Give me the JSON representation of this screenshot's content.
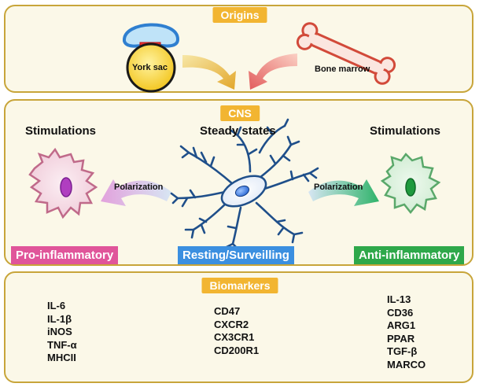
{
  "origins": {
    "title": "Origins",
    "york_sac": "York sac",
    "bone_marrow": "Bone marrow"
  },
  "cns": {
    "title": "CNS",
    "left_stimulations": "Stimulations",
    "center_title": "Steady states",
    "right_stimulations": "Stimulations",
    "left_arrow": "Polarization",
    "right_arrow": "Polarization",
    "pro_label": "Pro-inflammatory",
    "resting_label": "Resting/Surveilling",
    "anti_label": "Anti-inflammatory"
  },
  "biomarkers": {
    "title": "Biomarkers",
    "pro": [
      "IL-6",
      "IL-1β",
      "iNOS",
      "TNF-α",
      "MHCII"
    ],
    "resting": [
      "CD47",
      "CXCR2",
      "CX3CR1",
      "CD200R1"
    ],
    "anti": [
      "IL-13",
      "CD36",
      "ARG1",
      "PPAR",
      "TGF-β",
      "MARCO"
    ]
  },
  "colors": {
    "panel_border": "#c8a53a",
    "panel_fill": "#fbf8e8",
    "header": "#f2b531",
    "pro": "#e0559a",
    "resting": "#3b8fe0",
    "anti": "#2ea84a"
  }
}
